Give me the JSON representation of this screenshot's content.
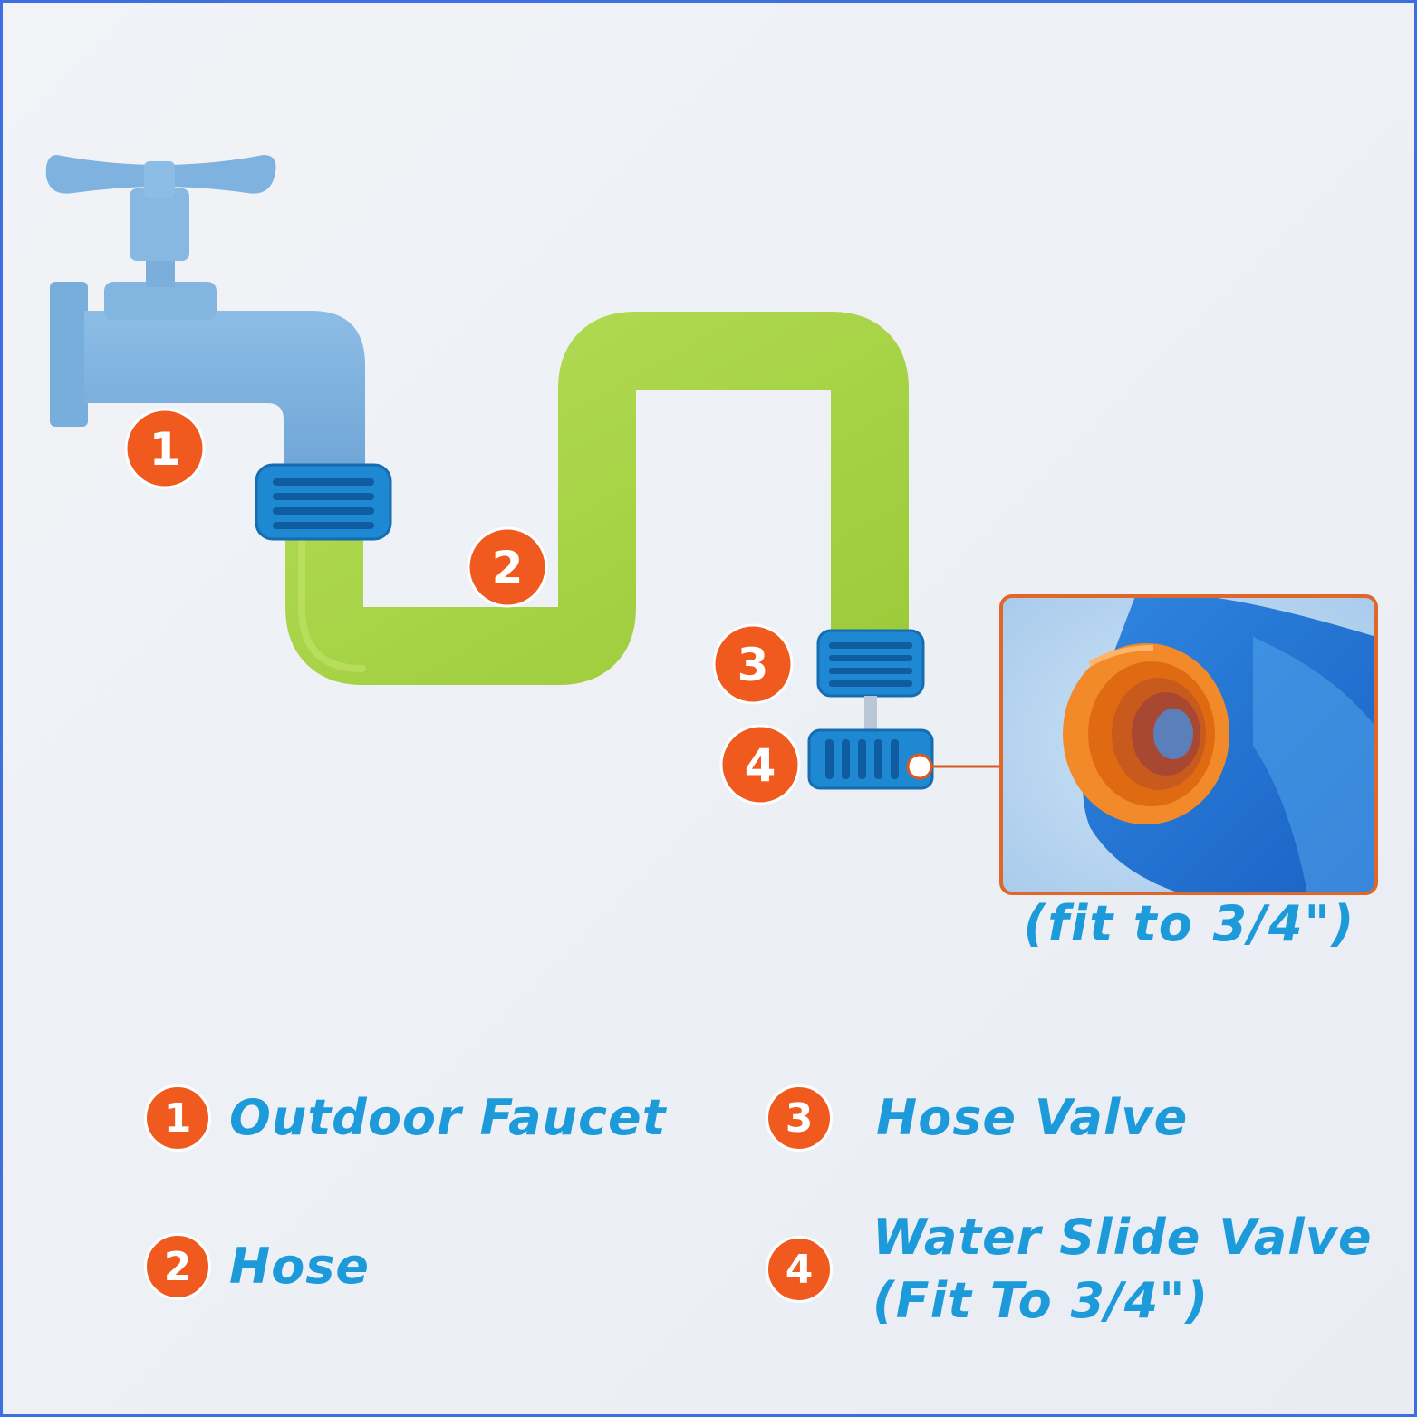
{
  "diagram": {
    "badges": [
      {
        "num": "1"
      },
      {
        "num": "2"
      },
      {
        "num": "3"
      },
      {
        "num": "4"
      }
    ],
    "callout_caption": "(fit to 3/4\")"
  },
  "legend": [
    {
      "num": "1",
      "label": "Outdoor Faucet"
    },
    {
      "num": "2",
      "label": "Hose"
    },
    {
      "num": "3",
      "label": "Hose Valve"
    },
    {
      "num": "4",
      "label_line1": "Water Slide Valve",
      "label_line2": "(Fit To 3/4\")"
    }
  ],
  "colors": {
    "faucet": "#7fb2de",
    "hose": "#a6d444",
    "connector": "#1e88d2",
    "badge": "#f05a1e",
    "text": "#1d9ad9",
    "frame": "#3e6fe0"
  }
}
